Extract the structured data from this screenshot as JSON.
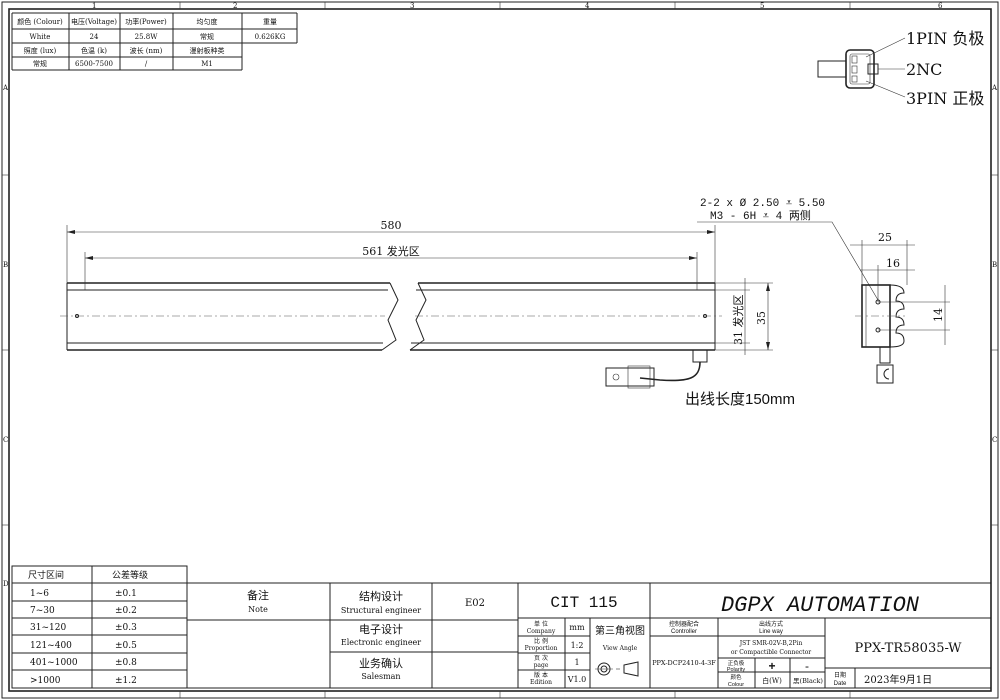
{
  "frame": {
    "columns": [
      "1",
      "2",
      "3",
      "4",
      "5",
      "6"
    ],
    "rows": [
      "A",
      "B",
      "C",
      "D"
    ]
  },
  "spec_table": {
    "headers1": [
      "颜色 (Colour)",
      "电压(Voltage)",
      "功率(Power)",
      "均匀度",
      "重量"
    ],
    "values1": [
      "White",
      "24",
      "25.8W",
      "常规",
      "0.626KG"
    ],
    "headers2": [
      "照度 (lux)",
      "色温 (k)",
      "波长 (nm)",
      "漫射板种类"
    ],
    "values2": [
      "常规",
      "6500-7500",
      "/",
      "M1"
    ]
  },
  "connector_pins": [
    "1PIN 负极",
    "2NC",
    "3PIN 正极"
  ],
  "dimensions": {
    "overall": "580",
    "emitting": "561 发光区",
    "height_emitting": "31 发光区",
    "height": "35",
    "hole_note_1": "2-2 x Ø 2.50 ⩡ 5.50",
    "hole_note_2": "M3 - 6H ⩡ 4 两侧",
    "side_width": "25",
    "side_inner": "16",
    "hole_pitch": "14",
    "cable_length": "出线长度150mm"
  },
  "tolerance_table": {
    "headers": [
      "尺寸区间",
      "公差等级"
    ],
    "rows": [
      [
        "1~6",
        "±0.1"
      ],
      [
        "7~30",
        "±0.2"
      ],
      [
        "31~120",
        "±0.3"
      ],
      [
        "121~400",
        "±0.5"
      ],
      [
        "401~1000",
        "±0.8"
      ],
      [
        ">1000",
        "±1.2"
      ]
    ]
  },
  "title_block": {
    "note_cn": "备注",
    "note_en": "Note",
    "structural_cn": "结构设计",
    "structural_en": "Structural engineer",
    "structural_value": "E02",
    "electronic_cn": "电子设计",
    "electronic_en": "Electronic engineer",
    "sales_cn": "业务确认",
    "sales_en": "Salesman",
    "cit": "CIT 115",
    "company_name": "DGPX AUTOMATION",
    "unit_cn": "单 位",
    "unit_en": "Company",
    "unit_value": "mm",
    "scale_cn": "比 例",
    "scale_en": "Proportion",
    "scale_value": "1:2",
    "page_cn": "页 次",
    "page_en": "page",
    "page_value": "1",
    "edition_cn": "版 本",
    "edition_en": "Edition",
    "edition_value": "V1.0",
    "view_cn": "第三角视图",
    "view_en": "View Angle",
    "controller_cn": "控制器配合",
    "controller_en": "Controller",
    "controller_value": "PPX-DCP2410-4-3F",
    "lineway_cn": "出线方式",
    "lineway_en": "Line way",
    "lineway_value1": "JST SMR-02V-B,2Pin",
    "lineway_value2": "or Compactible Connector",
    "polarity_cn": "正负极",
    "polarity_en": "Polarity",
    "plus": "+",
    "minus": "-",
    "colour_cn": "颜色",
    "colour_en": "Colour",
    "colour_plus": "白(W)",
    "colour_minus": "黑(Black)",
    "part_number": "PPX-TR58035-W",
    "date_cn": "日期",
    "date_en": "Date",
    "date_value": "2023年9月1日"
  }
}
